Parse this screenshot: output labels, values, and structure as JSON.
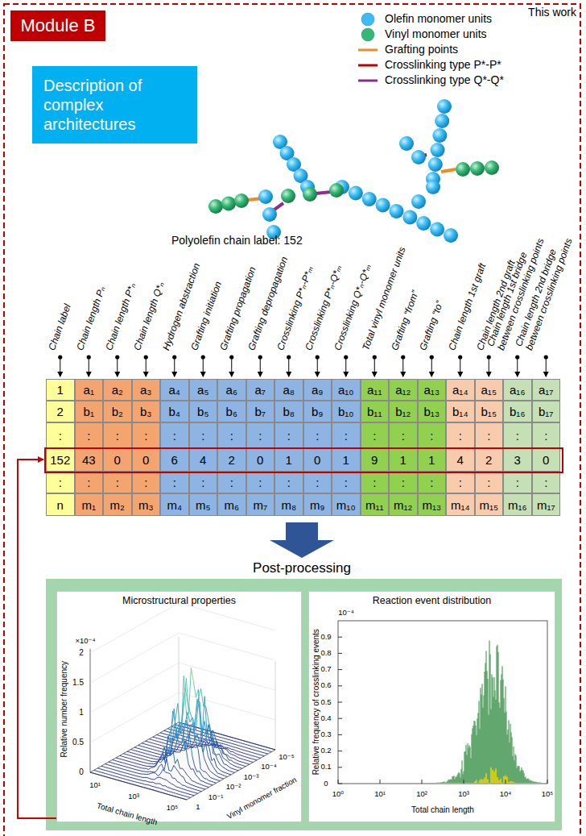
{
  "diagram": {
    "nodes": [
      {
        "text": [
          "Module B"
        ]
      },
      {
        "text": [
          "Description of complex architectures"
        ]
      },
      {
        "text": [
          "Microstructural properties"
        ]
      },
      {
        "text": [
          "Reaction event distribution"
        ]
      }
    ],
    "labels": [
      "This work",
      "Polyolefin chain label: 152",
      "Chain label",
      "Chain length Pₙ",
      "Chain length P*ₙ",
      "Chain length Q*ₙ",
      "Hydrogen abstraction",
      "Grafting initiation",
      "Grafting propagation",
      "Grafting depropagation",
      "Crosslinking P*ₙ-P*ₘ",
      "Crosslinking P*ₙ-Q*ₘ",
      "Crosslinking Q*ₙ-Q*ₘ",
      "Total vinyl monomer units",
      "Grafting “from”",
      "Grafting “to”",
      "Chain length 1st graft",
      "Chain length 2nd graft",
      "Chain length 1st bridge between crosslinking points",
      "Chain length 2nd bridge between crosslinking points",
      "1",
      "a₁",
      "a₂",
      "a₃",
      "a₄",
      "a₅",
      "a₆",
      "a₇",
      "a₈",
      "a₉",
      "a₁₀",
      "a₁₁",
      "a₁₂",
      "a₁₃",
      "a₁₄",
      "a₁₅",
      "a₁₆",
      "a₁₇",
      "2",
      "b₁",
      "b₂",
      "b₃",
      "b₄",
      "b₅",
      "b₆",
      "b₇",
      "b₈",
      "b₉",
      "b₁₀",
      "b₁₁",
      "b₁₂",
      "b₁₃",
      "b₁₄",
      "b₁₅",
      "b₁₆",
      "b₁₇",
      ":",
      ":",
      ":",
      ":",
      ":",
      ":",
      ":",
      ":",
      ":",
      ":",
      ":",
      ":",
      ":",
      ":",
      ":",
      ":",
      ":",
      ":",
      "152",
      "43",
      "0",
      "0",
      "6",
      "4",
      "2",
      "0",
      "1",
      "0",
      "1",
      "9",
      "1",
      "1",
      "4",
      "2",
      "3",
      "0",
      ":",
      ":",
      ":",
      ":",
      ":",
      ":",
      ":",
      ":",
      ":",
      ":",
      ":",
      ":",
      ":",
      ":",
      ":",
      ":",
      ":",
      ":",
      "n",
      "m₁",
      "m₂",
      "m₃",
      "m₄",
      "m₅",
      "m₆",
      "m₇",
      "m₈",
      "m₉",
      "m₁₀",
      "m₁₁",
      "m₁₂",
      "m₁₃",
      "m₁₄",
      "m₁₅",
      "m₁₆",
      "m₁₇",
      "Post-processing",
      "Relative number frequency",
      "×10⁻⁴",
      "2",
      "1.5",
      "1",
      "0.5",
      "0",
      "Total chain length",
      "Vinyl monomer fraction",
      "10¹",
      "10³",
      "10⁵",
      "1",
      "10⁻¹",
      "10⁻²",
      "10⁻³",
      "10⁻⁴",
      "10⁻⁵",
      "10⁻⁴",
      "0",
      "0.1",
      "0.2",
      "0.3",
      "0.4",
      "0.5",
      "0.6",
      "0.7",
      "0.8",
      "0.9",
      "10⁰",
      "10¹",
      "10²",
      "10³",
      "10⁴",
      "10⁵",
      "Relative frequency of crosslinking events",
      "Total chain length"
    ],
    "legend": [
      {
        "text": "Olefin monomer units",
        "color": "#3cbcf2"
      },
      {
        "text": "Vinyl monomer units",
        "color": "#36b874"
      },
      {
        "text": "Grafting points"
      },
      {
        "text": "Crosslinking type P*-P*"
      },
      {
        "text": "Crosslinking type Q*-Q*"
      }
    ]
  }
}
